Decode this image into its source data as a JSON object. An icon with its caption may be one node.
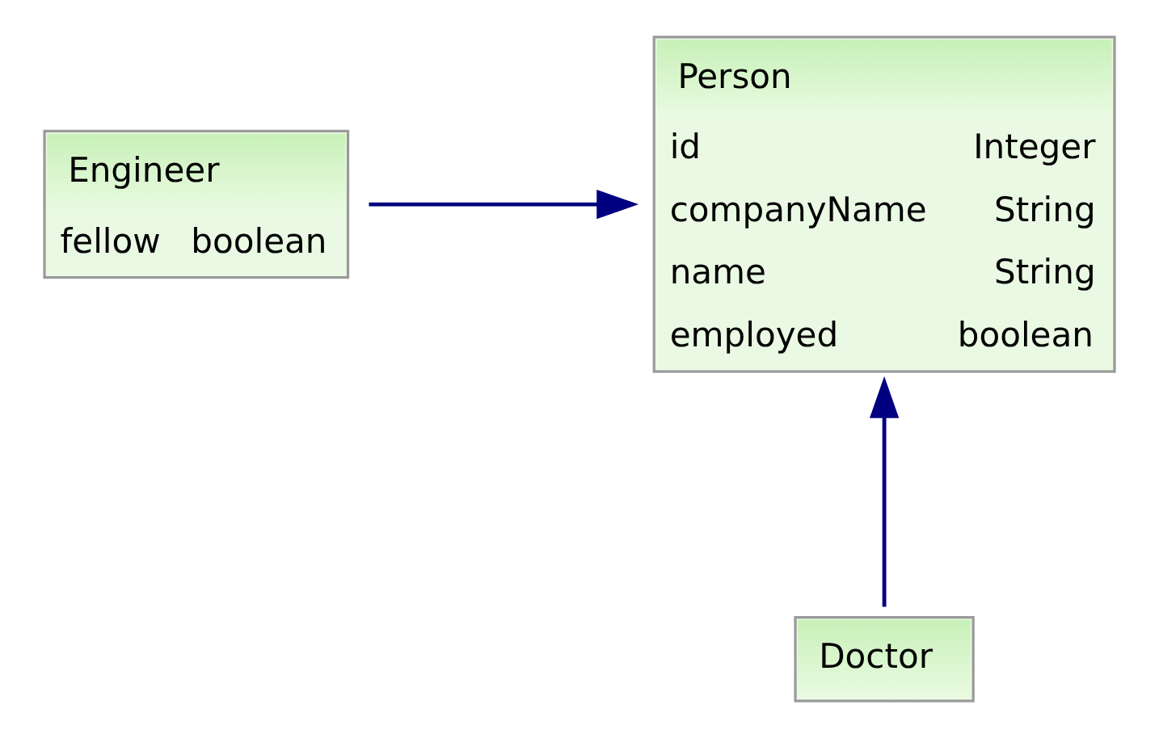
{
  "diagram": {
    "nodes": [
      {
        "text": [
          "Person",
          "id",
          "Integer",
          "companyName",
          "String",
          "name",
          "String",
          "employed",
          "boolean"
        ]
      },
      {
        "text": [
          "Engineer",
          "fellow",
          "boolean"
        ]
      },
      {
        "text": [
          "Doctor"
        ]
      }
    ],
    "edges": [
      {
        "from": 1,
        "to": 0,
        "arrow": "to"
      },
      {
        "from": 2,
        "to": 0,
        "arrow": "to"
      }
    ]
  }
}
